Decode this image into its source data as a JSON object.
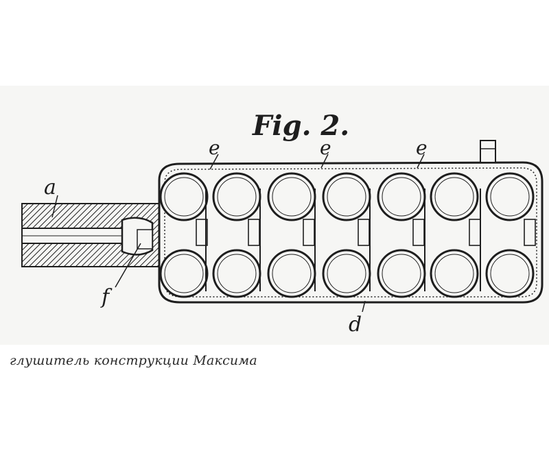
{
  "figure": {
    "title": "Fig. 2.",
    "labels": {
      "a": "a",
      "e1": "e",
      "e2": "e",
      "e3": "e",
      "f": "f",
      "d": "d"
    }
  },
  "caption": "глушитель конструкции Максима",
  "colors": {
    "ink": "#1e1e1e",
    "paper": "#f6f6f4",
    "caption_text": "#2a2a2a"
  }
}
